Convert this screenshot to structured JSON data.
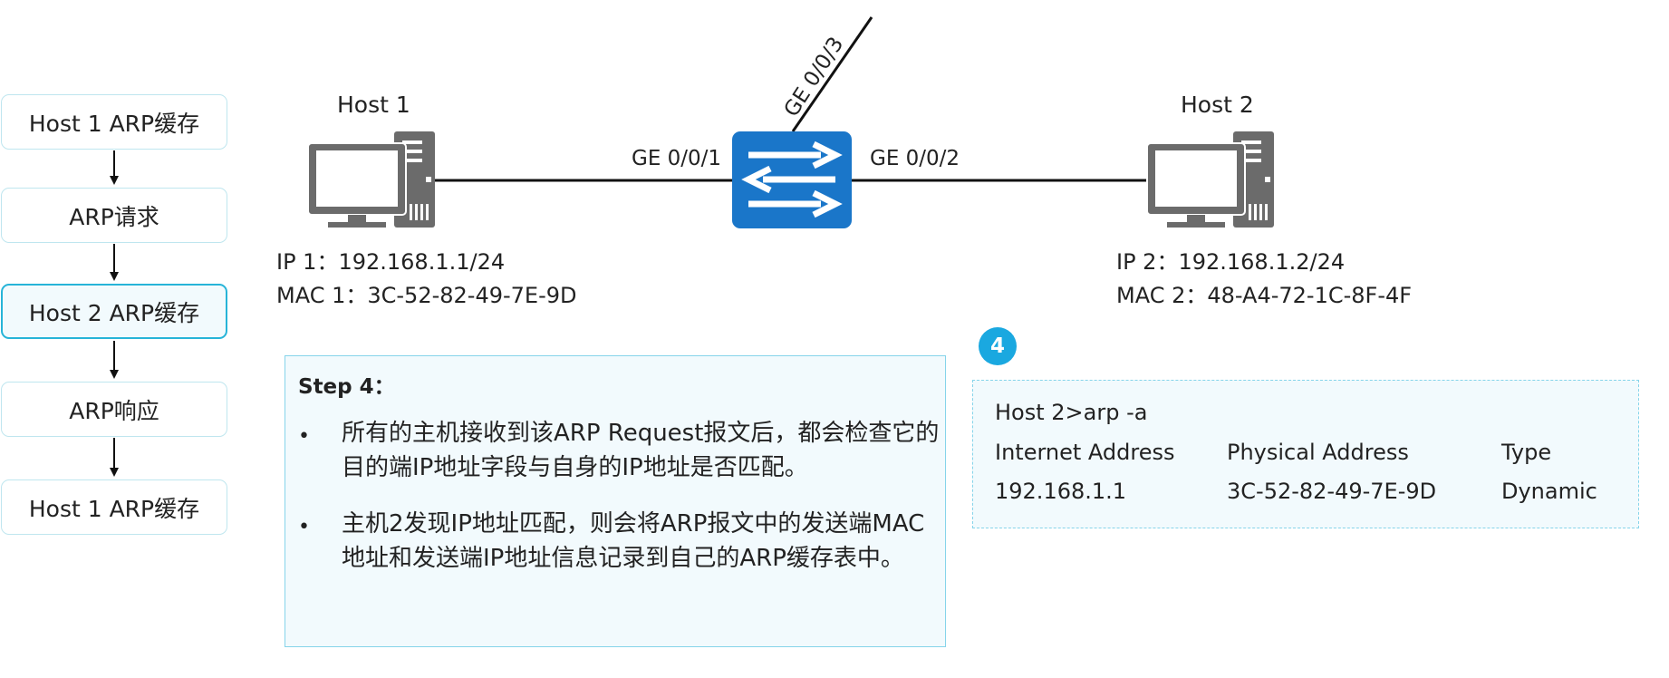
{
  "flow": [
    {
      "label": "Host 1 ARP缓存",
      "active": false
    },
    {
      "label": "ARP请求",
      "active": false
    },
    {
      "label": "Host 2 ARP缓存",
      "active": true
    },
    {
      "label": "ARP响应",
      "active": false
    },
    {
      "label": "Host 1 ARP缓存",
      "active": false
    }
  ],
  "host1": {
    "title": "Host 1",
    "ip": "IP 1：192.168.1.1/24",
    "mac": "MAC 1：3C-52-82-49-7E-9D"
  },
  "host2": {
    "title": "Host 2",
    "ip": "IP 2：192.168.1.2/24",
    "mac": "MAC 2：48-A4-72-1C-8F-4F"
  },
  "switch": {
    "port1": "GE 0/0/1",
    "port2": "GE 0/0/2",
    "port3": "GE 0/0/3"
  },
  "step": {
    "title": "Step 4：",
    "bullets": [
      "所有的主机接收到该ARP Request报文后，都会检查它的目的端IP地址字段与自身的IP地址是否匹配。",
      "主机2发现IP地址匹配，则会将ARP报文中的发送端MAC地址和发送端IP地址信息记录到自己的ARP缓存表中。"
    ]
  },
  "badge": "4",
  "arp_table": {
    "command": "Host 2>arp -a",
    "headers": [
      "Internet Address",
      "Physical Address",
      "Type"
    ],
    "row": [
      "192.168.1.1",
      "3C-52-82-49-7E-9D",
      "Dynamic"
    ]
  },
  "colors": {
    "switch": "#1a76c9",
    "accent": "#1aa8e0",
    "box_border": "#86d4ea",
    "box_fill": "#f2fafd",
    "host_gray": "#6b6b6b"
  }
}
